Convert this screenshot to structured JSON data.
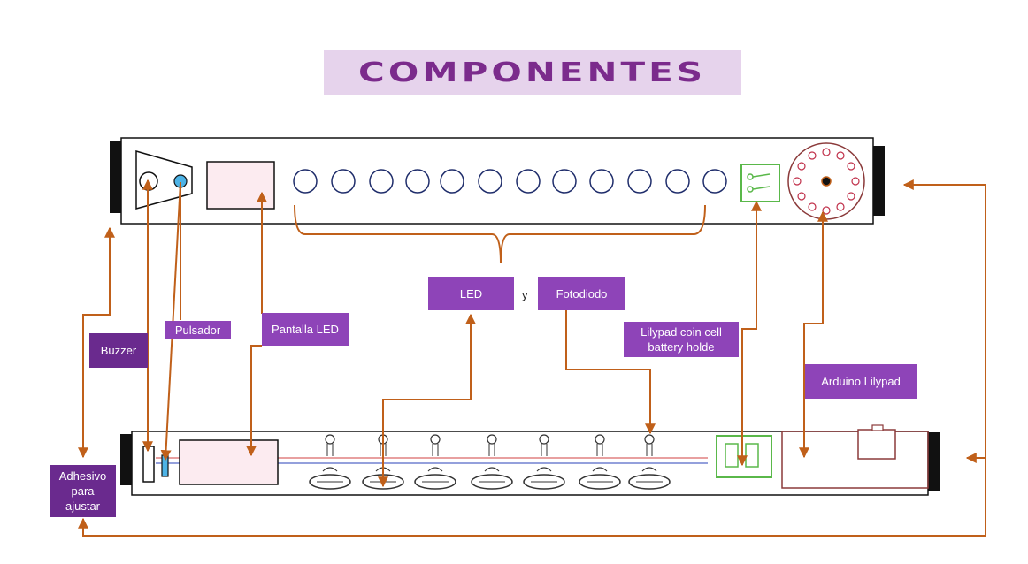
{
  "title": "COMPONENTES",
  "labels": {
    "led": "LED",
    "y": "y",
    "fotodiodo": "Fotodiodo",
    "buzzer": "Buzzer",
    "pulsador": "Pulsador",
    "pantalla_led": "Pantalla LED",
    "lilypad_coin_cell_line1": "Lilypad coin cell",
    "lilypad_coin_cell_line2": "battery holde",
    "arduino_lilypad": "Arduino Lilypad",
    "adhesivo_line1": "Adhesivo",
    "adhesivo_line2": "para",
    "adhesivo_line3": "ajustar"
  },
  "colors": {
    "arrow": "#c0601a",
    "label_purple": "#8e44b8",
    "label_dark_purple": "#6a2a8e",
    "title_text": "#7b2b8c",
    "title_bg": "#e6d3ec",
    "panel_pink": "#fcebf0",
    "battery_green": "#5ab84a",
    "arduino_outline": "#8b3a3a",
    "button_blue": "#4db3e6"
  }
}
